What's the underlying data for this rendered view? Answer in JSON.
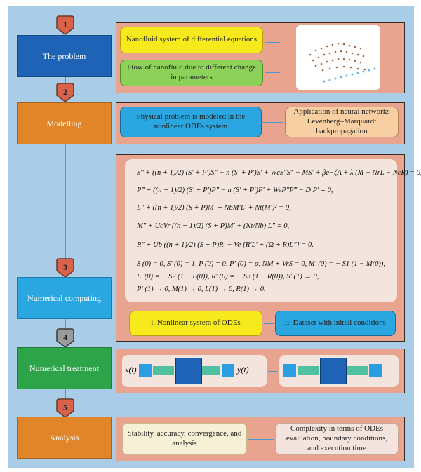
{
  "steps": [
    {
      "number": "1",
      "label": "The problem",
      "color": "#1e63b5"
    },
    {
      "number": "2",
      "label": "Modelling",
      "color": "#e0852a"
    },
    {
      "number": "3",
      "label": "Numerical computing",
      "color": "#2aa6e0"
    },
    {
      "number": "4",
      "label": "Numerical treatment",
      "color": "#2ea44a"
    },
    {
      "number": "5",
      "label": "Analysis",
      "color": "#e0852a"
    }
  ],
  "problem": {
    "box1": "Nanofluid system of differential equations",
    "box2": "Flow of nanofluid due to different change in parameters"
  },
  "modelling": {
    "box1": "Physical problem is modeled in the nonlinear ODEs system",
    "box2": "Application of neural networks Levenberg–Marquardt backpropagation"
  },
  "equations": [
    "S‴ + ((n + 1)/2) (S′ + P′)S″ − n (S′ + P′)S′ + WcS″S‴ − MS′ + βe−ζA + λ (M − NrL − NcR) = 0,",
    "P‴ + ((n + 1)/2) (S′ + P′)P″ − n (S′ + P′)P′ + WeP″P‴ − D P′ = 0,",
    "L″ + ((n + 1)/2) (S + P)M′ + NbM′L′ + Nt(M′)² = 0,",
    "M″ + UcVr ((n + 1)/2) (S + P)M′ + (Nt/Nb) L″ = 0,",
    "R″ + Ub ((n + 1)/2) (S + P)R′ − Ve [R′L′ + (Ω + R)L″] = 0.",
    "S (0) = 0, S′ (0) = 1, P (0) = 0, P′ (0) = α, NM + VrS = 0, M′ (0) = − S1 (1 − M(0)),",
    "L′ (0) = − S2 (1 − L(0)), R′ (0) = − S3 (1 − R(0)), S′ (1) → 0,",
    "P′ (1) → 0, M(1) → 0, L(1) → 0, R(1) → 0."
  ],
  "computing": {
    "box1": "i. Nonlinear system of ODEs",
    "box2": "ii. Dataset with initial conditions"
  },
  "treatment": {
    "input": "x(t)",
    "output": "y(t)"
  },
  "analysis": {
    "box1": "Stability, accuracy, convergence, and analysis",
    "box2": "Complexity in terms of ODEs evaluation, boundary conditions, and execution time"
  }
}
